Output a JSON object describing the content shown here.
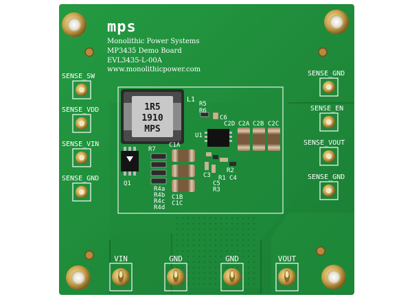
{
  "board": {
    "logo": "mps",
    "company": "Monolithic Power Systems",
    "demo_board": "MP3435 Demo Board",
    "part_number": "EVL3435-L-00A",
    "website": "www.monolithicpower.com"
  },
  "inductor": {
    "ref": "L1",
    "marking_line1": "1R5",
    "marking_line2": "1910",
    "marking_line3": "MPS"
  },
  "left_pins": [
    "SENSE_SW",
    "SENSE_VDD",
    "SENSE_VIN",
    "SENSE_GND"
  ],
  "right_pins": [
    "SENSE_GND",
    "SENSE_EN",
    "SENSE_VOUT",
    "SENSE_GND"
  ],
  "bottom_terminals": [
    "VIN",
    "GND",
    "GND",
    "VOUT"
  ],
  "refdes": {
    "u1": "U1",
    "q1": "Q1",
    "r7": "R7",
    "r5": "R5",
    "r6": "R6",
    "c6": "C6",
    "c2d": "C2D",
    "c2a": "C2A",
    "c2b": "C2B",
    "c2c": "C2C",
    "c1a": "C1A",
    "c1b": "C1B",
    "c1c": "C1C",
    "r4a": "R4a",
    "r4b": "R4b",
    "r4c": "R4c",
    "r4d": "R4d",
    "r1": "R1",
    "r2": "R2",
    "r3": "R3",
    "c3": "C3",
    "c4": "C4",
    "c5": "C5"
  },
  "colors": {
    "pcb": "#1f8a3a",
    "silkscreen": "#ffffff",
    "gold": "#c9a24a"
  }
}
